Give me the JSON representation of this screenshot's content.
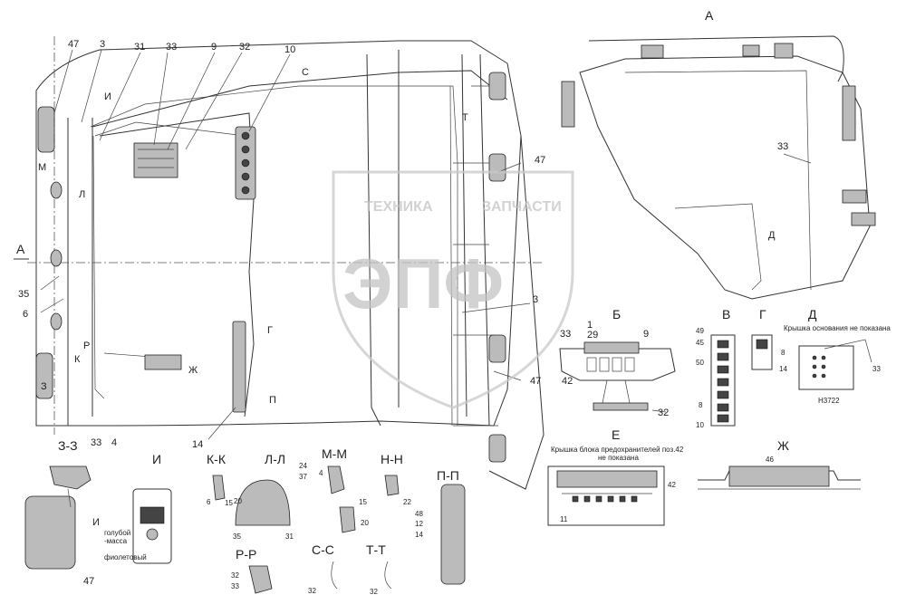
{
  "callouts": {
    "n47a": "47",
    "n3a": "3",
    "n31": "31",
    "n33a": "33",
    "n9a": "9",
    "n32a": "32",
    "n10": "10",
    "n35": "35",
    "n6": "6",
    "n33b": "33",
    "n4": "4",
    "n14a": "14",
    "n47b": "47",
    "n3b": "3",
    "n47c": "47"
  },
  "section_marks": {
    "A_left": "А",
    "I": "И",
    "M": "М",
    "L": "Л",
    "R": "Р",
    "K": "К",
    "Z": "З",
    "G": "Г",
    "Zh": "Ж",
    "P": "П",
    "S": "С",
    "T": "Т"
  },
  "view_A": {
    "title": "А",
    "n33": "33",
    "d": "Д"
  },
  "view_B": {
    "title": "Б",
    "n1": "1",
    "n29": "29",
    "n9": "9",
    "n33": "33",
    "n42": "42",
    "n32": "32"
  },
  "view_V": {
    "title": "В",
    "n49": "49",
    "n45": "45",
    "n50": "50",
    "n8": "8",
    "n10": "10"
  },
  "view_G": {
    "title": "Г",
    "n8": "8",
    "n14": "14"
  },
  "view_D": {
    "title": "Д",
    "note": "Крышка основания не показана",
    "n33": "33",
    "part": "Н3722"
  },
  "view_E": {
    "title": "Е",
    "note1": "Крышка блока предохранителей поз.42",
    "note2": "не показана",
    "n42": "42",
    "n11": "11"
  },
  "view_Zh": {
    "title": "Ж",
    "n46": "46"
  },
  "view_ZZ": {
    "title": "З-З",
    "sec": "И",
    "n47": "47"
  },
  "view_I": {
    "title": "И",
    "wire1": "голубой",
    "wire1b": "-масса",
    "wire2": "фиолетовый"
  },
  "view_KK": {
    "title": "К-К",
    "n6": "6",
    "n15": "15"
  },
  "view_LL": {
    "title": "Л-Л",
    "n24": "24",
    "n37": "37",
    "n20": "20",
    "n35": "35",
    "n31": "31"
  },
  "view_MM": {
    "title": "М-М",
    "n4": "4",
    "n15": "15",
    "n20": "20"
  },
  "view_NN": {
    "title": "Н-Н",
    "n22": "22"
  },
  "view_PP": {
    "title": "П-П",
    "n48": "48",
    "n12": "12",
    "n14": "14"
  },
  "view_RR": {
    "title": "Р-Р",
    "n32": "32",
    "n33": "33"
  },
  "view_SS": {
    "title": "С-С",
    "n32": "32"
  },
  "view_TT": {
    "title": "Т-Т",
    "n32": "32"
  },
  "watermark": {
    "brand": "ТЕХНИКА",
    "brand2": "ЗАПЧАСТИ",
    "logo": "ЭПФ"
  }
}
